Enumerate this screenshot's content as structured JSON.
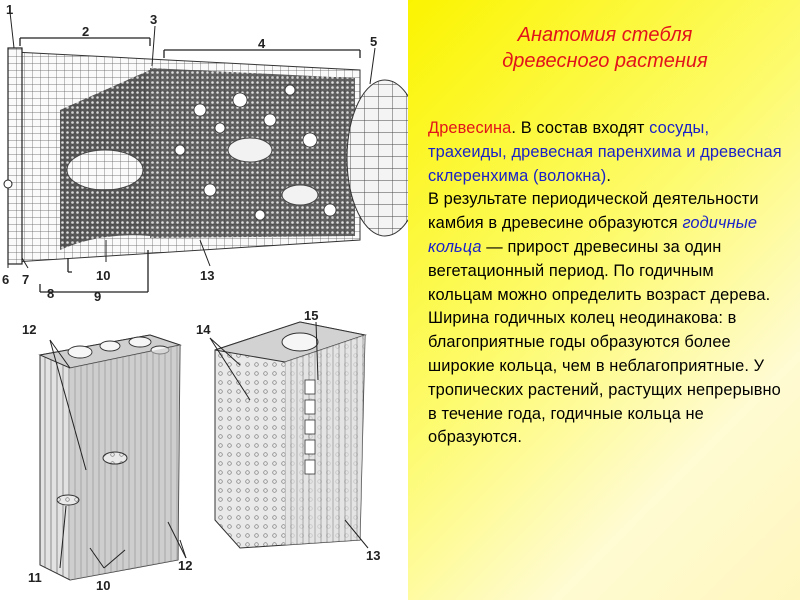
{
  "title_lines": [
    "Анатомия стебля",
    "древесного растения"
  ],
  "paragraph": {
    "term_wood": "Древесина",
    "after_term": ". В состав входят",
    "components": "сосуды, трахеиды, древесная паренхима и древесная склеренхима (волокна)",
    "after_components": ".",
    "sentence_rings_start": "В результате периодической деятельности камбия в древесине образуются",
    "term_rings": "годичные кольца",
    "sentence_rings_end": " — прирост древесины за один вегетационный период. По годичным кольцам можно определить возраст дерева. Ширина годичных колец неодинакова: в благоприятные годы образуются более широкие кольца, чем в неблагоприятные. У тропических растений, растущих непрерывно в течение года, годичные кольца не образуются."
  },
  "labels": {
    "n1": "1",
    "n2": "2",
    "n3": "3",
    "n4": "4",
    "n5": "5",
    "n6": "6",
    "n7": "7",
    "n8": "8",
    "n9": "9",
    "n10": "10",
    "n13": "13",
    "fig_a_12_top": "12",
    "fig_a_12_bottom": "12",
    "fig_a_11": "11",
    "fig_a_10": "10",
    "fig_b_14": "14",
    "fig_b_15": "15",
    "fig_b_13": "13"
  },
  "colors": {
    "title_red": "#e2141b",
    "highlight_blue": "#1a22c8",
    "panel_yellow": "#fbf400"
  }
}
